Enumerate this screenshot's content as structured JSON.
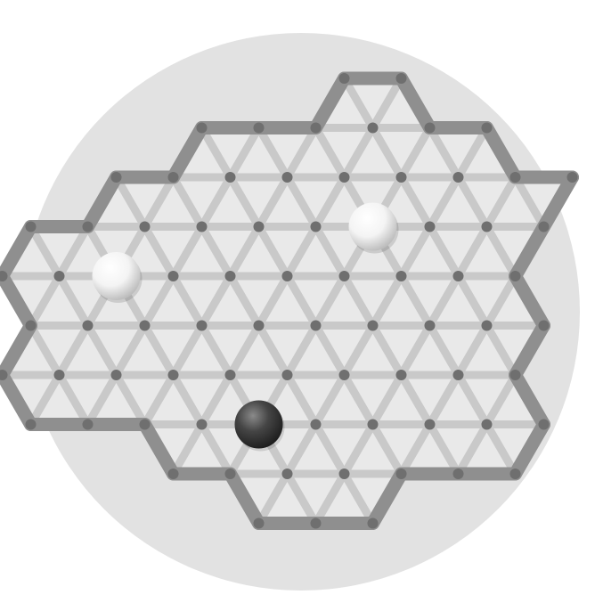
{
  "game": {
    "board_shape": "hexagonal-cluster",
    "board_type": "triangular-grid",
    "colors": {
      "background_disc": "#e2e2e2",
      "board_fill": "#e9e9e9",
      "grid_line": "#c9c9c9",
      "border": "#8f8f8f",
      "point": "#6f6f6f",
      "white_stone": "#ffffff",
      "black_stone": "#3a3a3a"
    },
    "rows": [
      {
        "row": 0,
        "cols": [
          4,
          5
        ]
      },
      {
        "row": 1,
        "cols": [
          2,
          3,
          4,
          5,
          6,
          7
        ]
      },
      {
        "row": 2,
        "cols": [
          0,
          1,
          2,
          3,
          4,
          5,
          6,
          7,
          8
        ]
      },
      {
        "row": 3,
        "cols": [
          -1,
          0,
          1,
          2,
          3,
          4,
          5,
          6,
          7,
          8
        ]
      },
      {
        "row": 4,
        "cols": [
          -2,
          -1,
          0,
          1,
          2,
          3,
          4,
          5,
          6,
          7
        ]
      },
      {
        "row": 5,
        "cols": [
          -1,
          0,
          1,
          2,
          3,
          4,
          5,
          6,
          7,
          8
        ]
      },
      {
        "row": 6,
        "cols": [
          -2,
          -1,
          0,
          1,
          2,
          3,
          4,
          5,
          6,
          7
        ]
      },
      {
        "row": 7,
        "cols": [
          -1,
          0,
          1,
          2,
          3,
          4,
          5,
          6,
          7,
          8
        ]
      },
      {
        "row": 8,
        "cols": [
          1,
          2,
          3,
          4,
          5,
          6,
          7
        ]
      },
      {
        "row": 9,
        "cols": [
          3,
          4,
          5
        ]
      }
    ],
    "stones": [
      {
        "color": "white",
        "row": 3,
        "col": 5
      },
      {
        "color": "white",
        "row": 4,
        "col": 0
      },
      {
        "color": "black",
        "row": 7,
        "col": 3
      }
    ]
  }
}
